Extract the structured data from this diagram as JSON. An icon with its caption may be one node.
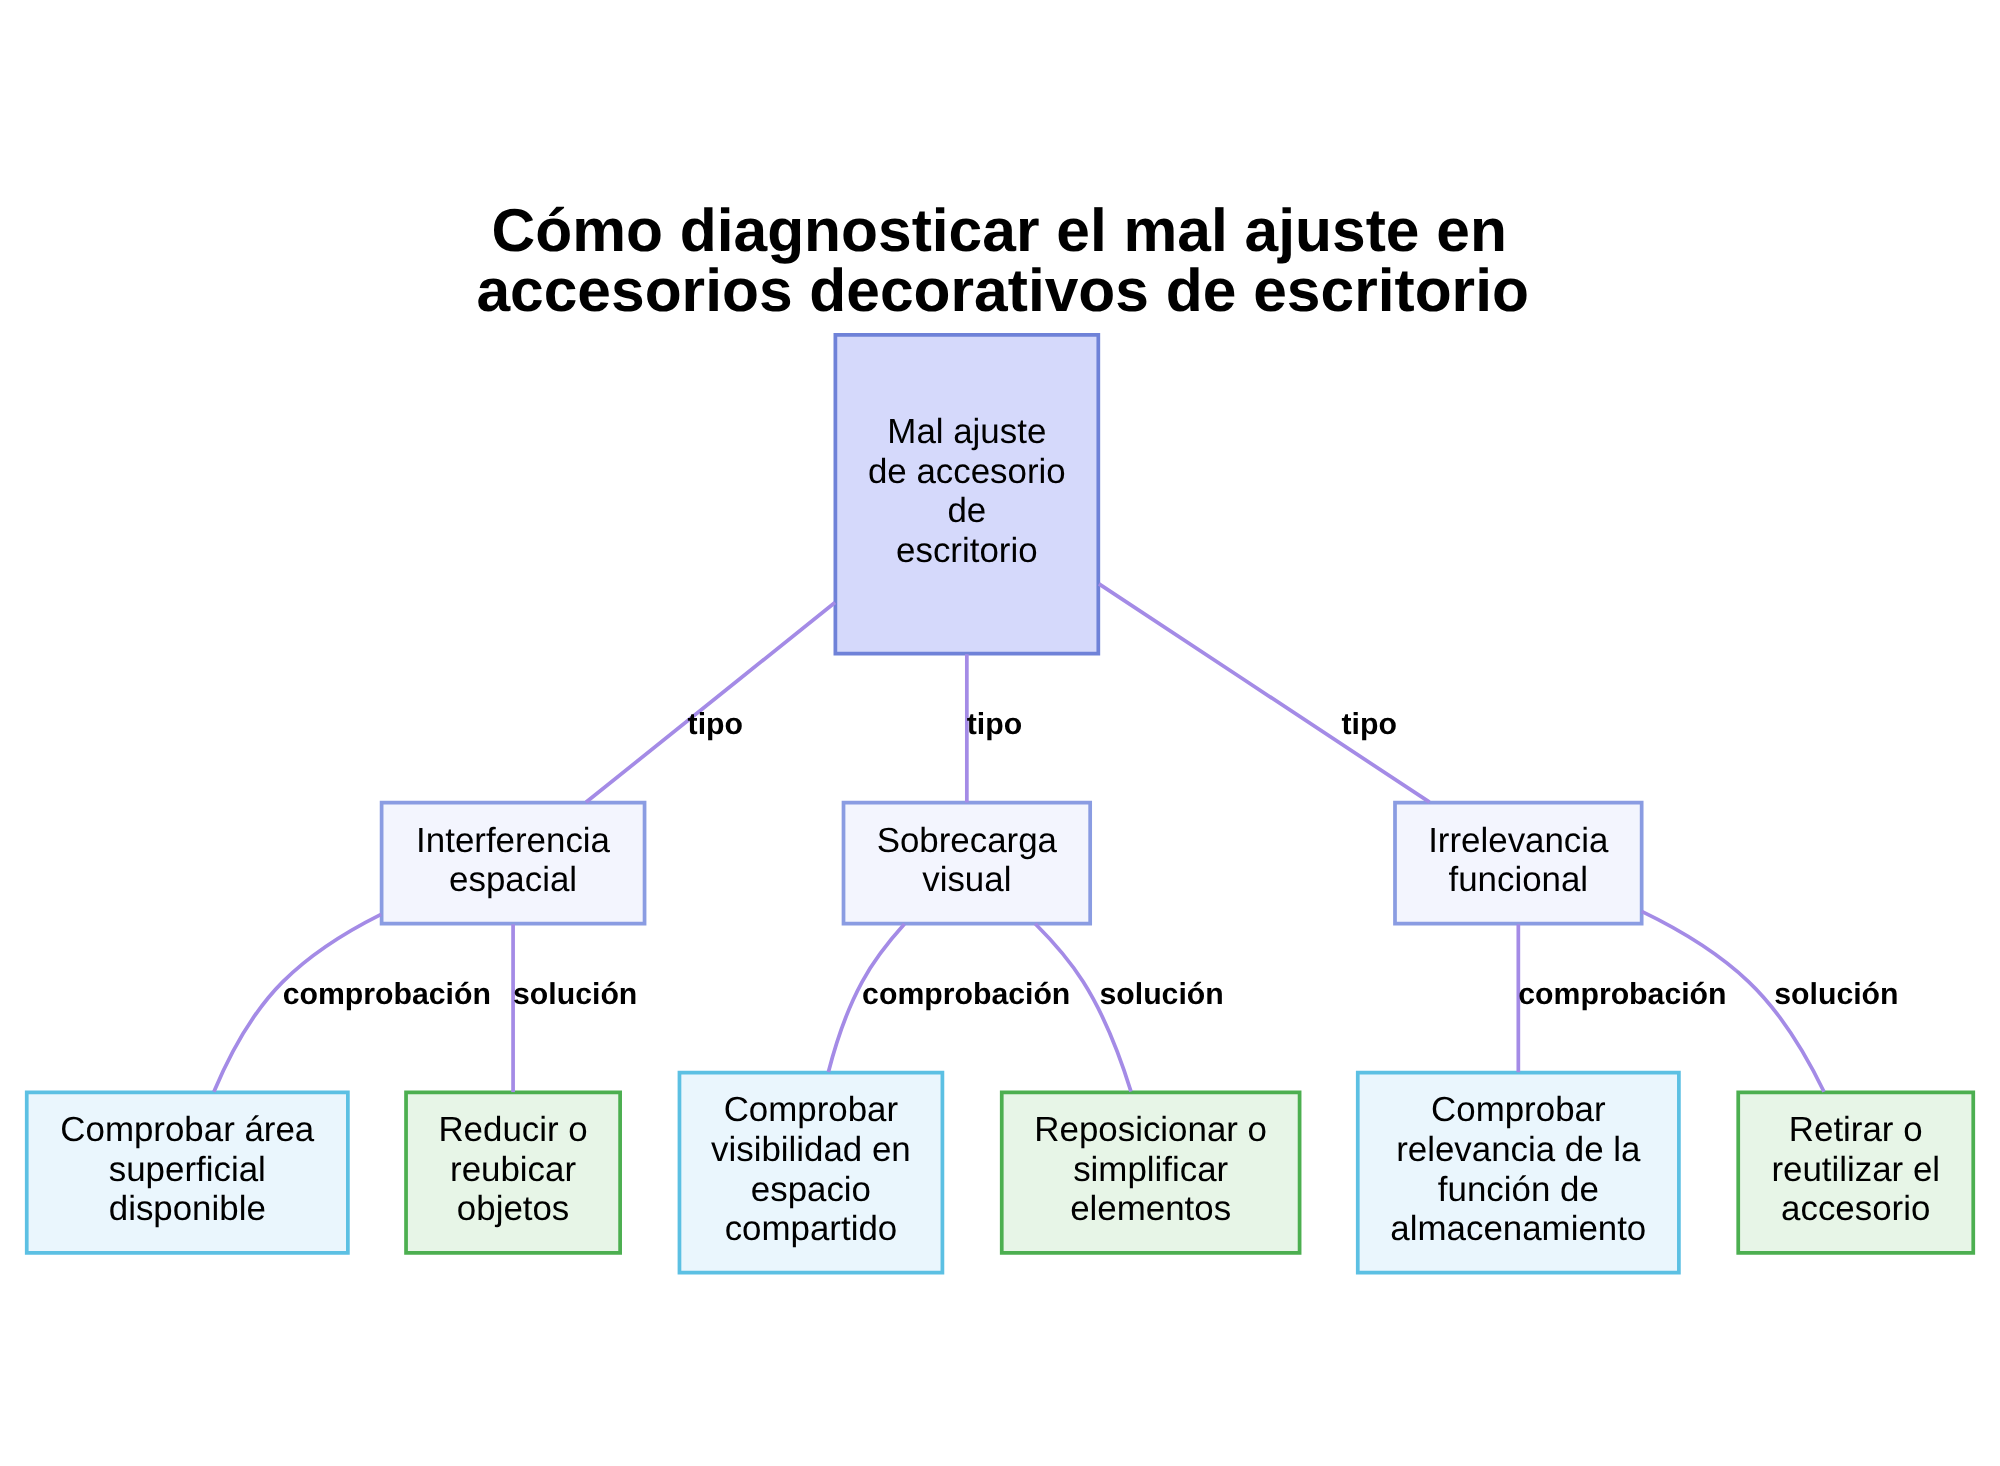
{
  "diagram": {
    "title": "Cómo diagnosticar el mal ajuste en accesorios decorativos de escritorio",
    "nodes": [
      {
        "text": [
          "Mal ajuste de accesorio de escritorio"
        ]
      },
      {
        "text": [
          "Interferencia espacial"
        ]
      },
      {
        "text": [
          "Sobrecarga visual"
        ]
      },
      {
        "text": [
          "Irrelevancia funcional"
        ]
      },
      {
        "text": [
          "Comprobar área superficial disponible"
        ]
      },
      {
        "text": [
          "Reducir o reubicar objetos"
        ]
      },
      {
        "text": [
          "Comprobar visibilidad en espacio compartido"
        ]
      },
      {
        "text": [
          "Reposicionar o simplificar elementos"
        ]
      },
      {
        "text": [
          "Comprobar relevancia de la función de almacenamiento"
        ]
      },
      {
        "text": [
          "Retirar o reutilizar el accesorio"
        ]
      }
    ],
    "edges": [
      {
        "from": 0,
        "to": 1,
        "arrow": "none",
        "label": "tipo"
      },
      {
        "from": 0,
        "to": 2,
        "arrow": "none",
        "label": "tipo"
      },
      {
        "from": 0,
        "to": 3,
        "arrow": "none",
        "label": "tipo"
      },
      {
        "from": 1,
        "to": 4,
        "arrow": "none",
        "label": "comprobación"
      },
      {
        "from": 1,
        "to": 5,
        "arrow": "none",
        "label": "solución"
      },
      {
        "from": 2,
        "to": 6,
        "arrow": "none",
        "label": "comprobación"
      },
      {
        "from": 2,
        "to": 7,
        "arrow": "none",
        "label": "solución"
      },
      {
        "from": 3,
        "to": 8,
        "arrow": "none",
        "label": "comprobación"
      },
      {
        "from": 3,
        "to": 9,
        "arrow": "none",
        "label": "solución"
      }
    ]
  }
}
